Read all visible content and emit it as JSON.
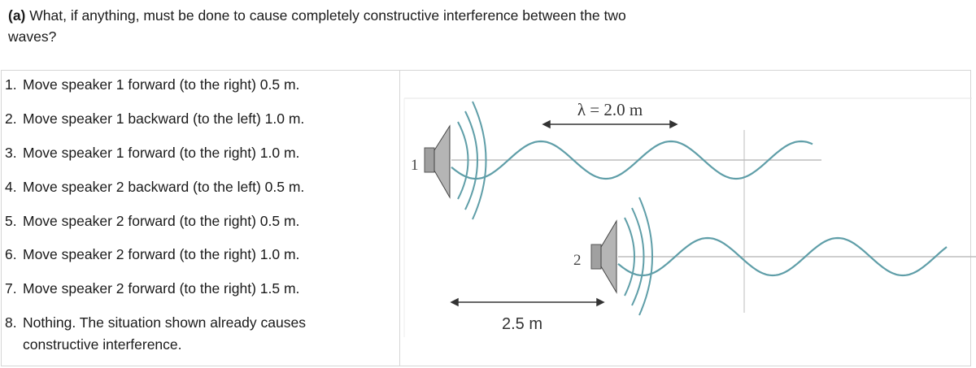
{
  "question": {
    "label": "(a)",
    "text": "What, if anything, must be done to cause completely constructive interference between the two waves?"
  },
  "options": [
    {
      "num": "1.",
      "text": "Move speaker 1 forward (to the right) 0.5 m."
    },
    {
      "num": "2.",
      "text": "Move speaker 1 backward (to the left) 1.0 m."
    },
    {
      "num": "3.",
      "text": "Move speaker 1 forward (to the right) 1.0 m."
    },
    {
      "num": "4.",
      "text": "Move speaker 2 backward (to the left) 0.5 m."
    },
    {
      "num": "5.",
      "text": "Move speaker 2 forward (to the right) 0.5 m."
    },
    {
      "num": "6.",
      "text": "Move speaker 2 forward (to the right) 1.0 m."
    },
    {
      "num": "7.",
      "text": "Move speaker 2 forward (to the right) 1.5 m."
    },
    {
      "num": "8.",
      "text": "Nothing. The situation shown already causes constructive interference."
    }
  ],
  "diagram": {
    "wavelength_label": "λ = 2.0 m",
    "distance_label": "2.5 m",
    "speaker1_label": "1",
    "speaker2_label": "2",
    "wave_color": "#5f9ea8"
  }
}
